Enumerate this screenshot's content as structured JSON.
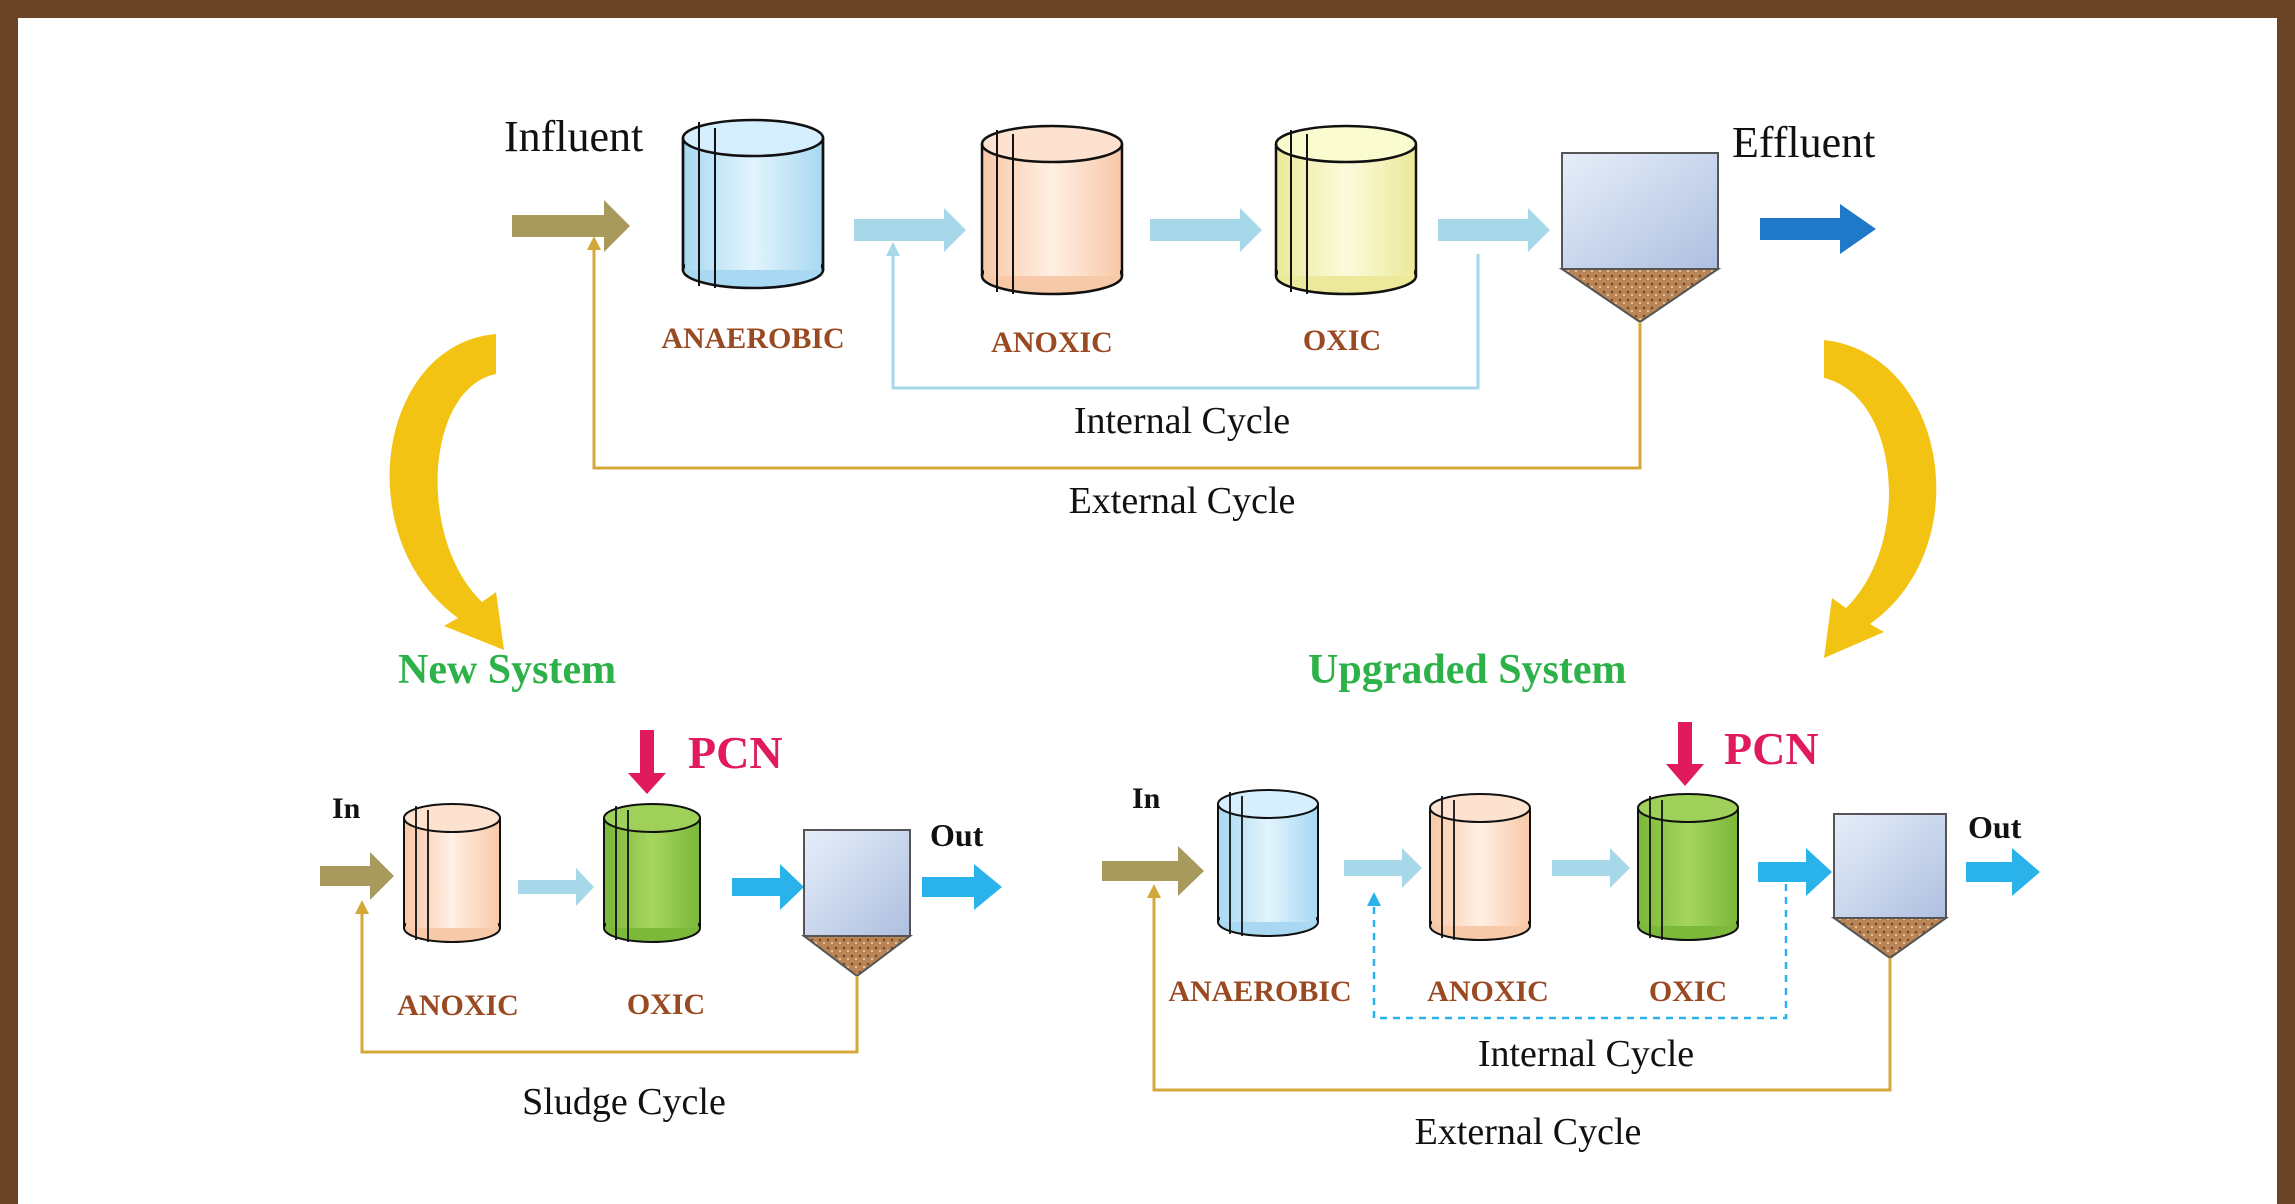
{
  "top": {
    "influent_label": "Influent",
    "effluent_label": "Effluent",
    "tanks": [
      "ANAEROBIC",
      "ANOXIC",
      "OXIC"
    ],
    "internal_cycle": "Internal Cycle",
    "external_cycle": "External Cycle"
  },
  "new_system": {
    "title": "New System",
    "pcn": "PCN",
    "in_label": "In",
    "out_label": "Out",
    "tanks": [
      "ANOXIC",
      "OXIC"
    ],
    "sludge_cycle": "Sludge Cycle"
  },
  "upgraded_system": {
    "title": "Upgraded System",
    "pcn": "PCN",
    "in_label": "In",
    "out_label": "Out",
    "tanks": [
      "ANAEROBIC",
      "ANOXIC",
      "OXIC"
    ],
    "internal_cycle": "Internal Cycle",
    "external_cycle": "External Cycle"
  },
  "colors": {
    "frame": "#6b4428",
    "anaerobic": "#bfe4f7",
    "anoxic": "#fbd6bd",
    "oxic_top": "#f5f3b8",
    "oxic_new": "#8cc63f",
    "clarifier": "#c9d8ee",
    "sludge": "#b07a4e",
    "flow_light": "#a6d8ea",
    "flow_bright": "#2ab3ea",
    "influent_arrow": "#a89a5c",
    "effluent_arrow": "#1f78c8",
    "external_line": "#d4a83a",
    "internal_line": "#a6d8ea",
    "transition_arrow": "#f2c312",
    "pcn": "#e01a5c",
    "system_title": "#2db24a"
  }
}
